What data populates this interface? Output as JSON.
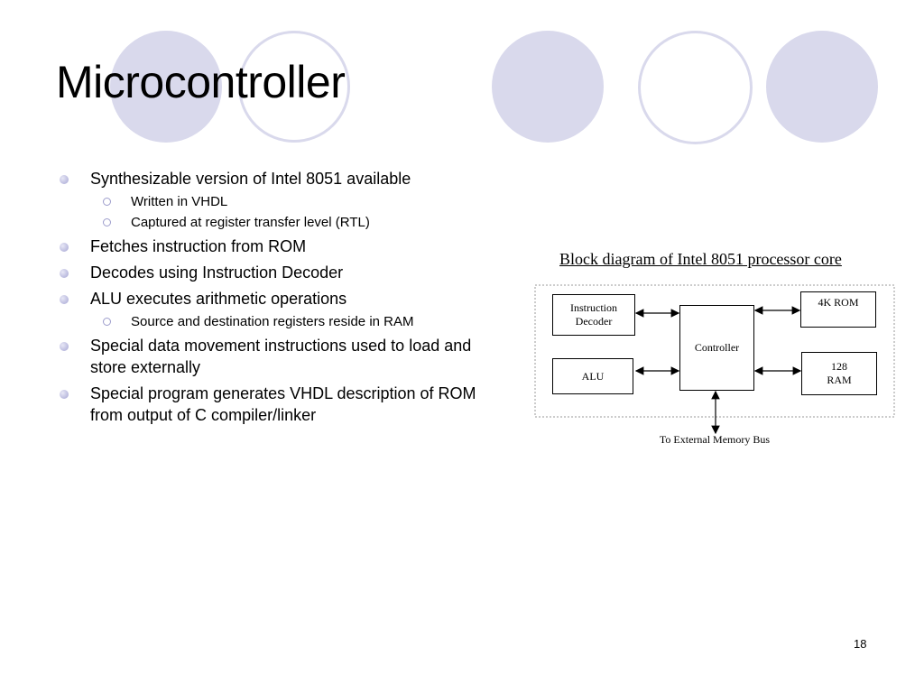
{
  "slide": {
    "title": "Microcontroller",
    "page_number": "18"
  },
  "bullets": [
    {
      "text": "Synthesizable version of Intel 8051 available",
      "sub": [
        "Written in VHDL",
        "Captured at register transfer level (RTL)"
      ]
    },
    {
      "text": "Fetches instruction from ROM",
      "sub": []
    },
    {
      "text": "Decodes using Instruction Decoder",
      "sub": []
    },
    {
      "text": "ALU executes arithmetic operations",
      "sub": [
        "Source and destination registers reside in RAM"
      ]
    },
    {
      "text": "Special data movement instructions used to load and store externally",
      "sub": []
    },
    {
      "text": "Special program generates VHDL description of ROM from output of C compiler/linker",
      "sub": []
    }
  ],
  "diagram": {
    "caption": "Block diagram of Intel 8051 processor core",
    "blocks": {
      "instruction_decoder": "Instruction\nDecoder",
      "alu": "ALU",
      "controller": "Controller",
      "rom": "4K ROM",
      "ram": "128\nRAM"
    },
    "bus_label": "To External Memory Bus"
  },
  "colors": {
    "decor": "#d9d9ec",
    "bullet": "#b9b9de"
  }
}
